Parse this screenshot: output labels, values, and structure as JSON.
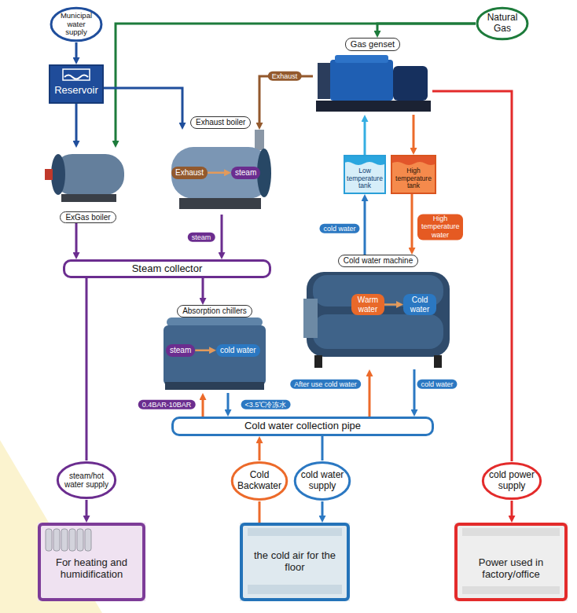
{
  "diagram": {
    "nodes": [
      {
        "text": [
          "Municipal water supply"
        ]
      },
      {
        "text": [
          "Natural Gas"
        ]
      },
      {
        "text": [
          "Gas genset"
        ]
      },
      {
        "text": [
          "Reservoir"
        ]
      },
      {
        "text": [
          "Exhaust boiler"
        ]
      },
      {
        "text": [
          "Exhaust"
        ],
        "in": 4
      },
      {
        "text": [
          "steam"
        ],
        "in": 4
      },
      {
        "text": [
          "ExGas boiler"
        ]
      },
      {
        "text": [
          "Low temperature tank"
        ]
      },
      {
        "text": [
          "High temperature tank"
        ]
      },
      {
        "text": [
          "Steam collector"
        ]
      },
      {
        "text": [
          "Cold water machine"
        ]
      },
      {
        "text": [
          "Warm water"
        ],
        "in": 11
      },
      {
        "text": [
          "Cold water"
        ],
        "in": 11
      },
      {
        "text": [
          "Absorption chillers"
        ]
      },
      {
        "text": [
          "steam"
        ],
        "in": 14
      },
      {
        "text": [
          "cold water"
        ],
        "in": 14
      },
      {
        "text": [
          "Cold water collection pipe"
        ]
      },
      {
        "text": [
          "steam/hot water supply"
        ]
      },
      {
        "text": [
          "Cold Backwater"
        ]
      },
      {
        "text": [
          "cold water supply"
        ]
      },
      {
        "text": [
          "cold power supply"
        ]
      },
      {
        "text": [
          "For heating and humidification"
        ]
      },
      {
        "text": [
          "the cold air for the floor"
        ]
      },
      {
        "text": [
          "Power used in factory/office"
        ]
      }
    ],
    "edges": [
      {
        "from": 0,
        "to": 3,
        "arrow": "to"
      },
      {
        "from": 1,
        "to": 2,
        "arrow": "to"
      },
      {
        "from": 1,
        "to": 7,
        "arrow": "to"
      },
      {
        "from": 3,
        "to": 7,
        "arrow": "to"
      },
      {
        "from": 3,
        "to": 4,
        "arrow": "to"
      },
      {
        "from": 2,
        "to": 4,
        "label": "Exhaust",
        "arrow": "to"
      },
      {
        "from": 5,
        "to": 6,
        "arrow": "to"
      },
      {
        "from": 7,
        "to": 10,
        "arrow": "to"
      },
      {
        "from": 4,
        "to": 10,
        "label": "steam",
        "arrow": "to"
      },
      {
        "from": 10,
        "to": 14,
        "arrow": "to"
      },
      {
        "from": 10,
        "to": 18,
        "arrow": "none"
      },
      {
        "from": 18,
        "to": 22,
        "arrow": "to"
      },
      {
        "from": 15,
        "to": 16,
        "arrow": "to"
      },
      {
        "from": 14,
        "to": 17,
        "label": "<3.5℃冷冻水",
        "arrow": "to"
      },
      {
        "from": 17,
        "to": 14,
        "label": "0.4BAR-10BAR",
        "arrow": "to"
      },
      {
        "from": 17,
        "to": 11,
        "label": "After use cold water",
        "arrow": "to"
      },
      {
        "from": 11,
        "to": 17,
        "label": "cold water",
        "arrow": "to"
      },
      {
        "from": 11,
        "to": 8,
        "label": "cold water",
        "arrow": "to"
      },
      {
        "from": 8,
        "to": 2,
        "arrow": "to"
      },
      {
        "from": 2,
        "to": 9,
        "arrow": "to"
      },
      {
        "from": 9,
        "to": 11,
        "label": "High temperature water",
        "arrow": "to"
      },
      {
        "from": 12,
        "to": 13,
        "arrow": "to"
      },
      {
        "from": 2,
        "to": 21,
        "arrow": "none"
      },
      {
        "from": 21,
        "to": 24,
        "arrow": "to"
      },
      {
        "from": 23,
        "to": 19,
        "arrow": "none"
      },
      {
        "from": 19,
        "to": 17,
        "arrow": "to"
      },
      {
        "from": 17,
        "to": 20,
        "arrow": "none"
      },
      {
        "from": 20,
        "to": 23,
        "arrow": "to"
      }
    ]
  }
}
